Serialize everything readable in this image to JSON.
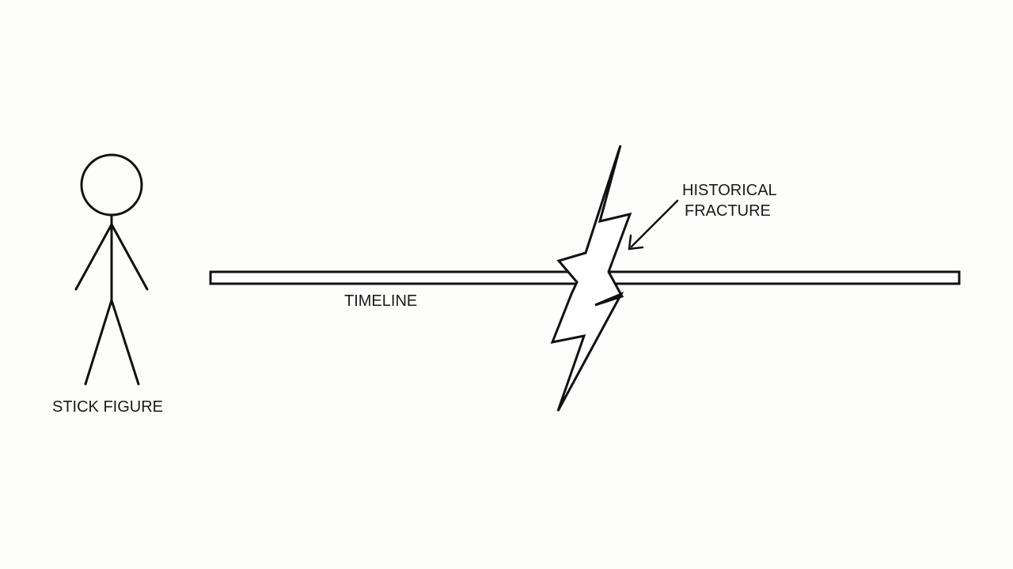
{
  "labels": {
    "stick_figure": "STICK FIGURE",
    "timeline": "TIMELINE",
    "fracture_line1": "HISTORICAL",
    "fracture_line2": "FRACTURE"
  },
  "colors": {
    "stroke": "#111111",
    "background": "#fdfdfb"
  }
}
